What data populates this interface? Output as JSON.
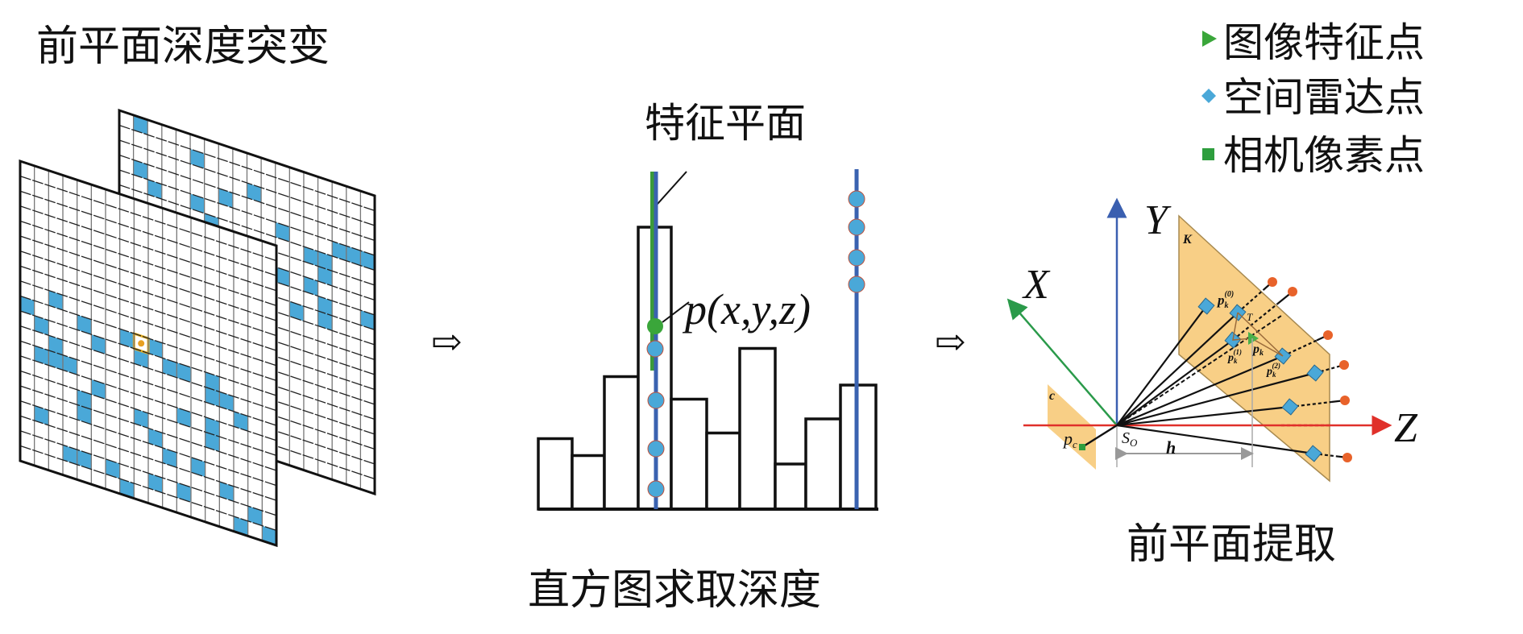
{
  "titles": {
    "depth_mutation": "前平面深度突变",
    "feature_plane": "特征平面",
    "histogram_depth": "直方图求取深度",
    "front_plane_extraction": "前平面提取"
  },
  "legend": [
    {
      "label": "图像特征点",
      "marker": "triangle",
      "color": "#3aa63a"
    },
    {
      "label": "空间雷达点",
      "marker": "diamond",
      "color": "#4aa8d8"
    },
    {
      "label": "相机像素点",
      "marker": "square",
      "color": "#2e9e3e"
    }
  ],
  "histogram": {
    "point_label": "p(x,y,z)",
    "bar_heights": [
      0.25,
      0.19,
      0.47,
      1.0,
      0.39,
      0.27,
      0.57,
      0.16,
      0.32,
      0.44
    ]
  },
  "axes": {
    "x": "X",
    "y": "Y",
    "z": "Z"
  },
  "labels": {
    "plane_k": "K",
    "plane_c": "c",
    "pc_main": "p",
    "pc_sub": "c",
    "so_main": "S",
    "so_sub": "O",
    "h": "h",
    "t": "T",
    "pk_main": "p",
    "pk_sub": "k",
    "pk0_sup": "(0)",
    "pk1_sup": "(1)",
    "pk2_sup": "(2)"
  },
  "arrows": {
    "symbol": "⇨"
  },
  "colors": {
    "cell_blue": "#4aa8d8",
    "plane_orange": "#f8cf86",
    "axis_blue": "#3a5fb0",
    "axis_red": "#e0302a",
    "axis_green": "#2a9a4a",
    "radar_dot": "#e8622a"
  }
}
